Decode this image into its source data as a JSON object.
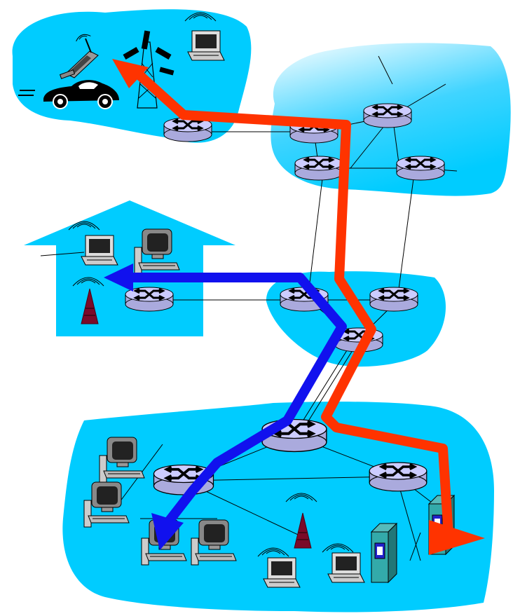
{
  "diagram": {
    "title": "",
    "regions": [
      {
        "id": "mobile-network",
        "kind": "cloud",
        "contents": [
          "cell-phone",
          "car",
          "cell-tower",
          "laptop",
          "router"
        ]
      },
      {
        "id": "global-isp",
        "kind": "cloud",
        "contents": [
          "router",
          "router",
          "router",
          "router"
        ]
      },
      {
        "id": "home-network",
        "kind": "house",
        "contents": [
          "laptop",
          "desktop-pc",
          "wireless-access-point",
          "router"
        ]
      },
      {
        "id": "regional-isp",
        "kind": "cloud",
        "contents": [
          "router",
          "router",
          "router"
        ]
      },
      {
        "id": "institutional-network",
        "kind": "cloud",
        "contents": [
          "desktop-pc",
          "desktop-pc",
          "desktop-pc",
          "desktop-pc",
          "router",
          "router",
          "router",
          "wireless-access-point",
          "laptop",
          "laptop",
          "server",
          "server"
        ]
      }
    ],
    "paths": [
      {
        "id": "red-path",
        "color": "#ff3300",
        "from": "institutional-network",
        "to": "mobile-network"
      },
      {
        "id": "blue-path",
        "color": "#1111ee",
        "from": "home-network",
        "to": "institutional-network"
      }
    ],
    "colors": {
      "cloud": "#00ccff",
      "router": "#ccccff",
      "red_path": "#ff3300",
      "blue_path": "#1111ee",
      "wireless_ap": "#7a0a28",
      "server": "#33aaaa"
    }
  }
}
